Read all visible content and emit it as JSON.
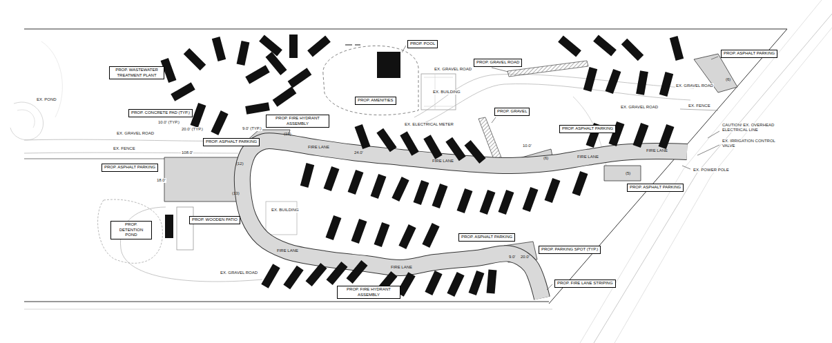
{
  "diagram": {
    "nodes": [
      {
        "text": [
          "PROP. POOL"
        ]
      },
      {
        "text": [
          "PROP. WASTEWATER TREATMENT PLANT"
        ]
      },
      {
        "text": [
          "PROP. AMENITIES"
        ]
      },
      {
        "text": [
          "PROP. GRAVEL ROAD"
        ]
      },
      {
        "text": [
          "PROP. ASPHALT PARKING"
        ]
      },
      {
        "text": [
          "PROP. CONCRETE PAD (TYP.)"
        ]
      },
      {
        "text": [
          "PROP. GRAVEL"
        ]
      },
      {
        "text": [
          "PROP. FIRE HYDRANT ASSEMBLY"
        ]
      },
      {
        "text": [
          "PROP. ASPHALT PARKING"
        ]
      },
      {
        "text": [
          "PROP. ASPHALT PARKING"
        ]
      },
      {
        "text": [
          "PROP. ASPHALT PARKING"
        ]
      },
      {
        "text": [
          "PROP. ASPHALT PARKING"
        ]
      },
      {
        "text": [
          "PROP. WOODEN PATIO"
        ]
      },
      {
        "text": [
          "PROP. DETENTION POND"
        ]
      },
      {
        "text": [
          "PROP. ASPHALT PARKING"
        ]
      },
      {
        "text": [
          "PROP. PARKING SPOT (TYP.)"
        ]
      },
      {
        "text": [
          "PROP. FIRE HYDRANT ASSEMBLY"
        ]
      },
      {
        "text": [
          "PROP. FIRE LANE STRIPING"
        ]
      }
    ],
    "labels": [
      "EX. POND",
      "EX. GRAVEL ROAD",
      "EX. FENCE",
      "108.0'",
      "10.0' (TYP.)",
      "20.0' (TYP.)",
      "9.0' (TYP.)",
      "(10)",
      "(12)",
      "(13)",
      "18.0'",
      "EX. GRAVEL ROAD",
      "EX. BUILDING",
      "EX. GRAVEL ROAD",
      "EX. GRAVEL ROAD",
      "EX. FENCE",
      "EX. ELECTRICAL METER",
      "24.0'",
      "10.0'",
      "(6)",
      "(5)",
      "(6)",
      "CAUTION! EX. OVERHEAD ELECTRICAL LINE",
      "EX. IRRIGATION CONTROL VALVE",
      "EX. POWER POLE",
      "EX. BUILDING",
      "EX. GRAVEL ROAD",
      "9.0'",
      "20.0'",
      "FIRE LANE",
      "FIRE LANE",
      "FIRE LANE",
      "FIRE LANE",
      "FIRE LANE",
      "FIRE LANE"
    ]
  }
}
